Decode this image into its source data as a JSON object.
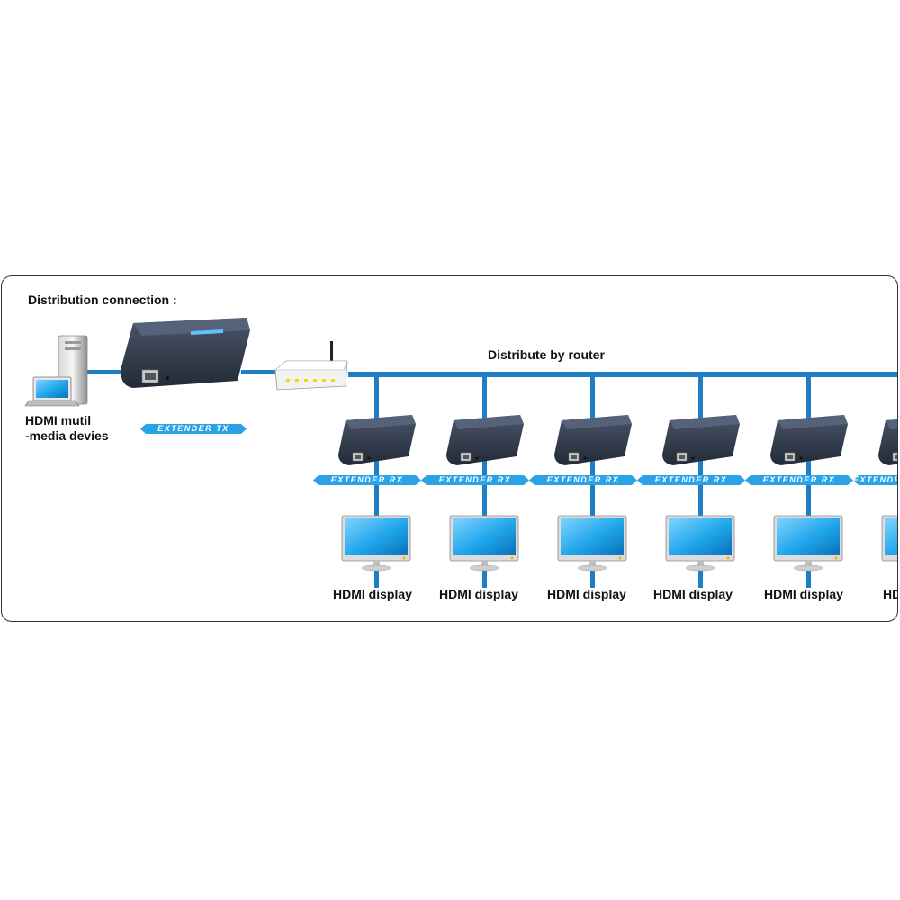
{
  "heading": "Distribution connection :",
  "router_label": "Distribute by router",
  "source": {
    "label_line1": "HDMI mutil",
    "label_line2": "-media devies"
  },
  "tx_label": "EXTENDER TX",
  "receivers": [
    {
      "label": "EXTENDER RX",
      "display": "HDMI display"
    },
    {
      "label": "EXTENDER RX",
      "display": "HDMI display"
    },
    {
      "label": "EXTENDER RX",
      "display": "HDMI display"
    },
    {
      "label": "EXTENDER RX",
      "display": "HDMI display"
    },
    {
      "label": "EXTENDER RX",
      "display": "HDMI display"
    },
    {
      "label": "EXTENDER RX",
      "display": "HDMI display"
    }
  ],
  "colors": {
    "cable": "#1f7fc4",
    "ribbon": "#29a3e6",
    "device_body": "#2f3a4c",
    "screen": "#1ea5ea"
  }
}
